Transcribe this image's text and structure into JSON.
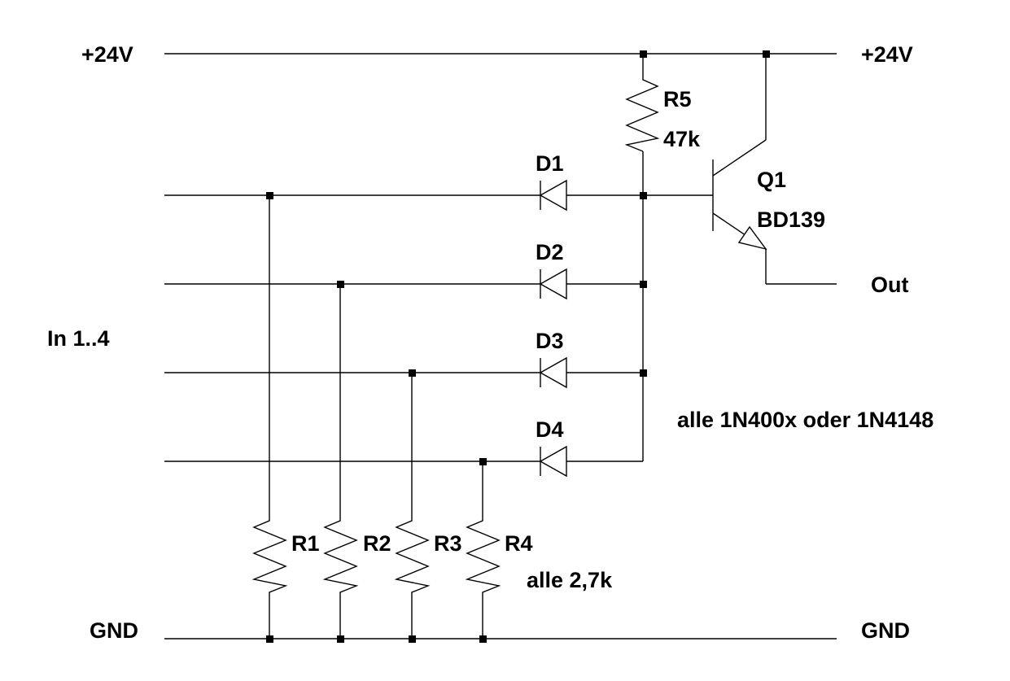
{
  "nets": {
    "vcc_left": "+24V",
    "vcc_right": "+24V",
    "gnd_left": "GND",
    "gnd_right": "GND",
    "input": "In 1..4",
    "output": "Out"
  },
  "components": {
    "r5": {
      "ref": "R5",
      "value": "47k"
    },
    "q1": {
      "ref": "Q1",
      "value": "BD139"
    },
    "d1": {
      "ref": "D1"
    },
    "d2": {
      "ref": "D2"
    },
    "d3": {
      "ref": "D3"
    },
    "d4": {
      "ref": "D4"
    },
    "r1": {
      "ref": "R1"
    },
    "r2": {
      "ref": "R2"
    },
    "r3": {
      "ref": "R3"
    },
    "r4": {
      "ref": "R4"
    }
  },
  "notes": {
    "diodes": "alle 1N400x oder 1N4148",
    "resistors": "alle 2,7k"
  }
}
